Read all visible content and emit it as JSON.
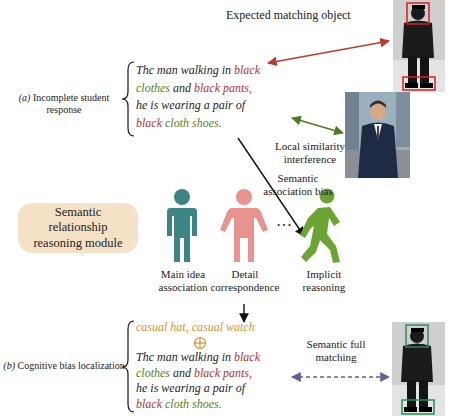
{
  "diagram": {
    "nodes": [
      {
        "text": [
          "Semantic relationship reasoning module"
        ]
      }
    ],
    "edges": [],
    "labels": [
      "Expected matching object",
      "(a) Incomplete student response",
      "Thc man walking in black clothes and black pants, he is wearing a pair of black cloth shoes.",
      "Local similarity interference",
      "Semantic association bias",
      "Main idea association",
      "Detail correspondence",
      "···",
      "Implicit reasoning",
      "casual hat, casual watch",
      "(b) Cognitive bias localization",
      "Thc man walking in black clothes and black pants, he is wearing a pair of black cloth shoes.",
      "Semantic full matching"
    ]
  }
}
